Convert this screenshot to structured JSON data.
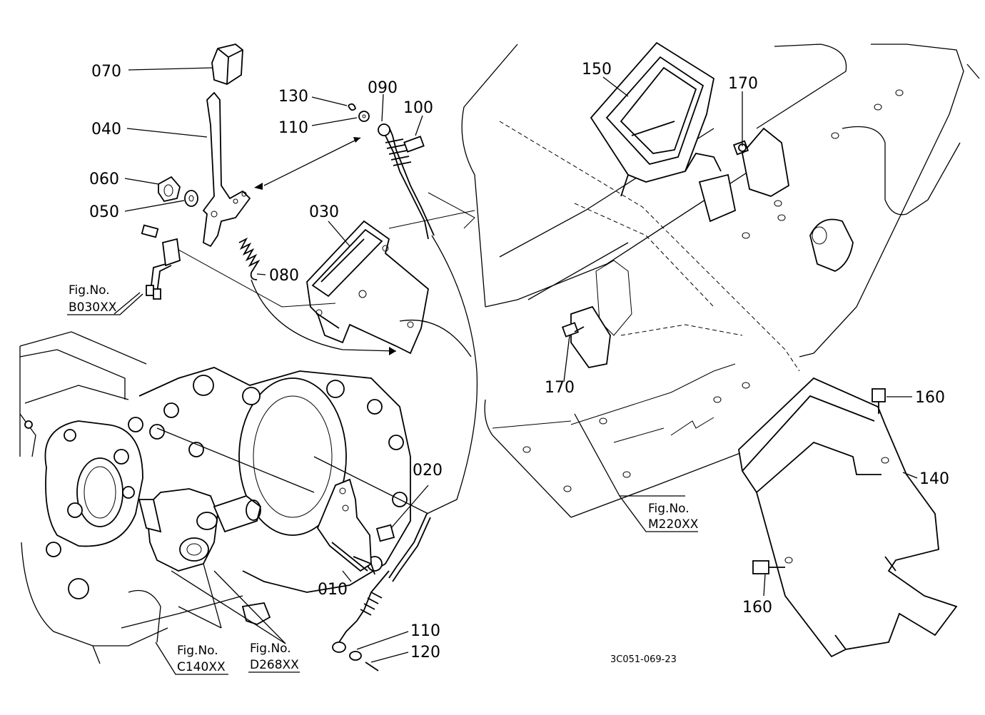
{
  "part_labels": {
    "p070": "070",
    "p040": "040",
    "p060": "060",
    "p050": "050",
    "p130": "130",
    "p090": "090",
    "p100": "100",
    "p110_top": "110",
    "p030": "030",
    "p080": "080",
    "p150": "150",
    "p170_top": "170",
    "p170_mid": "170",
    "p160_top": "160",
    "p140": "140",
    "p160_bottom": "160",
    "p020": "020",
    "p010": "010",
    "p110_bottom": "110",
    "p120": "120"
  },
  "figure_refs": {
    "b030": {
      "prefix": "Fig.No.",
      "code": "B030XX"
    },
    "m220": {
      "prefix": "Fig.No.",
      "code": "M220XX"
    },
    "c140": {
      "prefix": "Fig.No.",
      "code": "C140XX"
    },
    "d268": {
      "prefix": "Fig.No.",
      "code": "D268XX"
    }
  },
  "drawing_code": "3C051-069-23"
}
